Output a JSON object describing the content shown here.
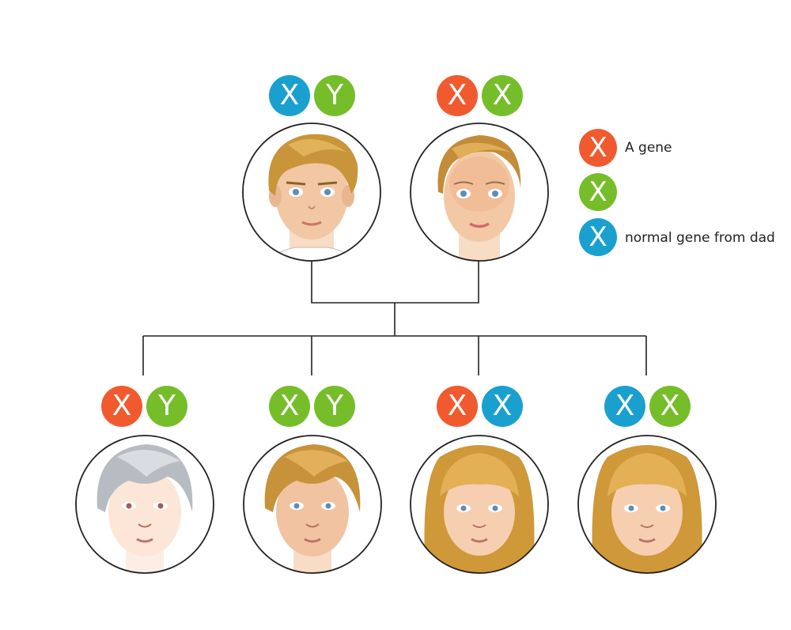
{
  "colors": {
    "a_gene": "#f05a2e",
    "normal_mom": "#76bd2a",
    "normal_dad": "#1aa0cf",
    "line": "#222222"
  },
  "parents": [
    {
      "chromosomes": [
        {
          "letter": "X",
          "type": "normal_dad"
        },
        {
          "letter": "Y",
          "type": "normal_mom"
        }
      ]
    },
    {
      "chromosomes": [
        {
          "letter": "X",
          "type": "a_gene"
        },
        {
          "letter": "X",
          "type": "normal_mom"
        }
      ]
    }
  ],
  "children": [
    {
      "chromosomes": [
        {
          "letter": "X",
          "type": "a_gene"
        },
        {
          "letter": "Y",
          "type": "normal_mom"
        }
      ]
    },
    {
      "chromosomes": [
        {
          "letter": "X",
          "type": "normal_mom"
        },
        {
          "letter": "Y",
          "type": "normal_mom"
        }
      ]
    },
    {
      "chromosomes": [
        {
          "letter": "X",
          "type": "a_gene"
        },
        {
          "letter": "X",
          "type": "normal_dad"
        }
      ]
    },
    {
      "chromosomes": [
        {
          "letter": "X",
          "type": "normal_dad"
        },
        {
          "letter": "X",
          "type": "normal_mom"
        }
      ]
    }
  ],
  "legend": [
    {
      "letter": "X",
      "type": "a_gene",
      "label": "A gene"
    },
    {
      "letter": "X",
      "type": "normal_mom",
      "label": ""
    },
    {
      "letter": "X",
      "type": "normal_dad",
      "label": "normal gene from dad"
    }
  ]
}
